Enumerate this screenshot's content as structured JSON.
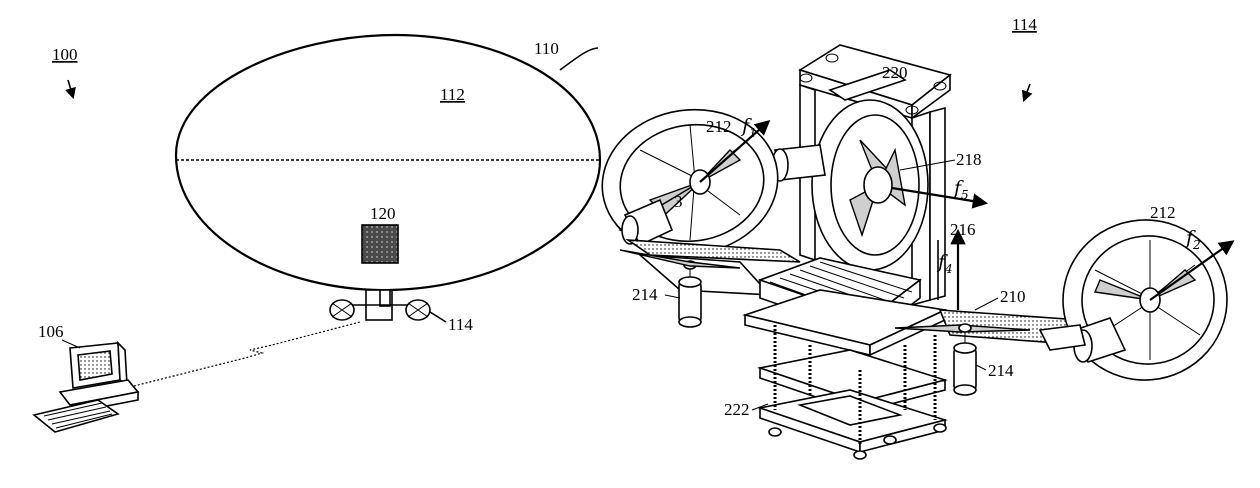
{
  "labels": {
    "system_ref": "100",
    "airship_hull": "110",
    "hull_interior": "112",
    "payload": "120",
    "computer": "106",
    "propulsion_unit_small": "114",
    "propulsion_unit_detail_ref": "114",
    "frame_top": "220",
    "fan_left": "212",
    "fan_right": "212",
    "fan_center": "218",
    "mast": "216",
    "arm": "210",
    "motor_left": "214",
    "motor_right": "214",
    "base_stack": "222",
    "inner_fan_number": "3"
  },
  "forces": {
    "f1": {
      "symbol": "f",
      "sub": "1"
    },
    "f2": {
      "symbol": "f",
      "sub": "2"
    },
    "f4": {
      "symbol": "f",
      "sub": "4"
    },
    "f5": {
      "symbol": "f",
      "sub": "5"
    }
  },
  "colors": {
    "ink": "#000000",
    "background": "#ffffff",
    "payload_fill": "#6a6a6a"
  }
}
